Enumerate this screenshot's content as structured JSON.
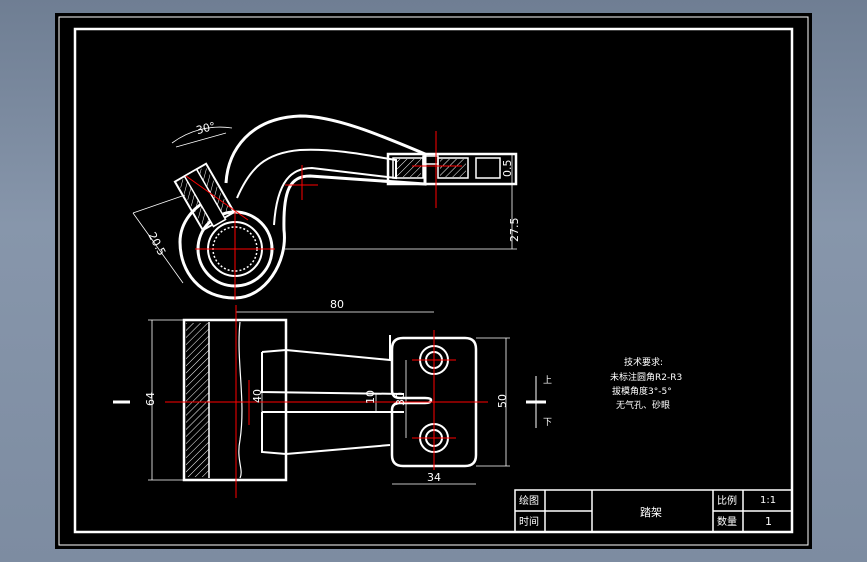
{
  "drawing": {
    "dimensions": {
      "angle": "30°",
      "radius": "20.5",
      "height_top": "27.5",
      "slot": "0.5",
      "length": "80",
      "width_left": "64",
      "inner_width": "40",
      "gap": "10",
      "pitch": "30",
      "height_right": "50",
      "width_bottom": "34"
    },
    "section_marks": {
      "up": "上",
      "down": "下"
    },
    "tech_notes": {
      "heading": "技术要求:",
      "line1": "未标注圆角R2-R3",
      "line2": "拔模角度3°-5°",
      "line3": "无气孔、砂眼"
    },
    "title_block": {
      "drawn_label": "绘图",
      "time_label": "时间",
      "part_name": "踏架",
      "scale_label": "比例",
      "scale_value": "1:1",
      "qty_label": "数量",
      "qty_value": "1"
    }
  },
  "colors": {
    "background": "#000000",
    "line": "#ffffff",
    "center_line": "#ff0000",
    "frame_outer": "#6f7e93"
  }
}
